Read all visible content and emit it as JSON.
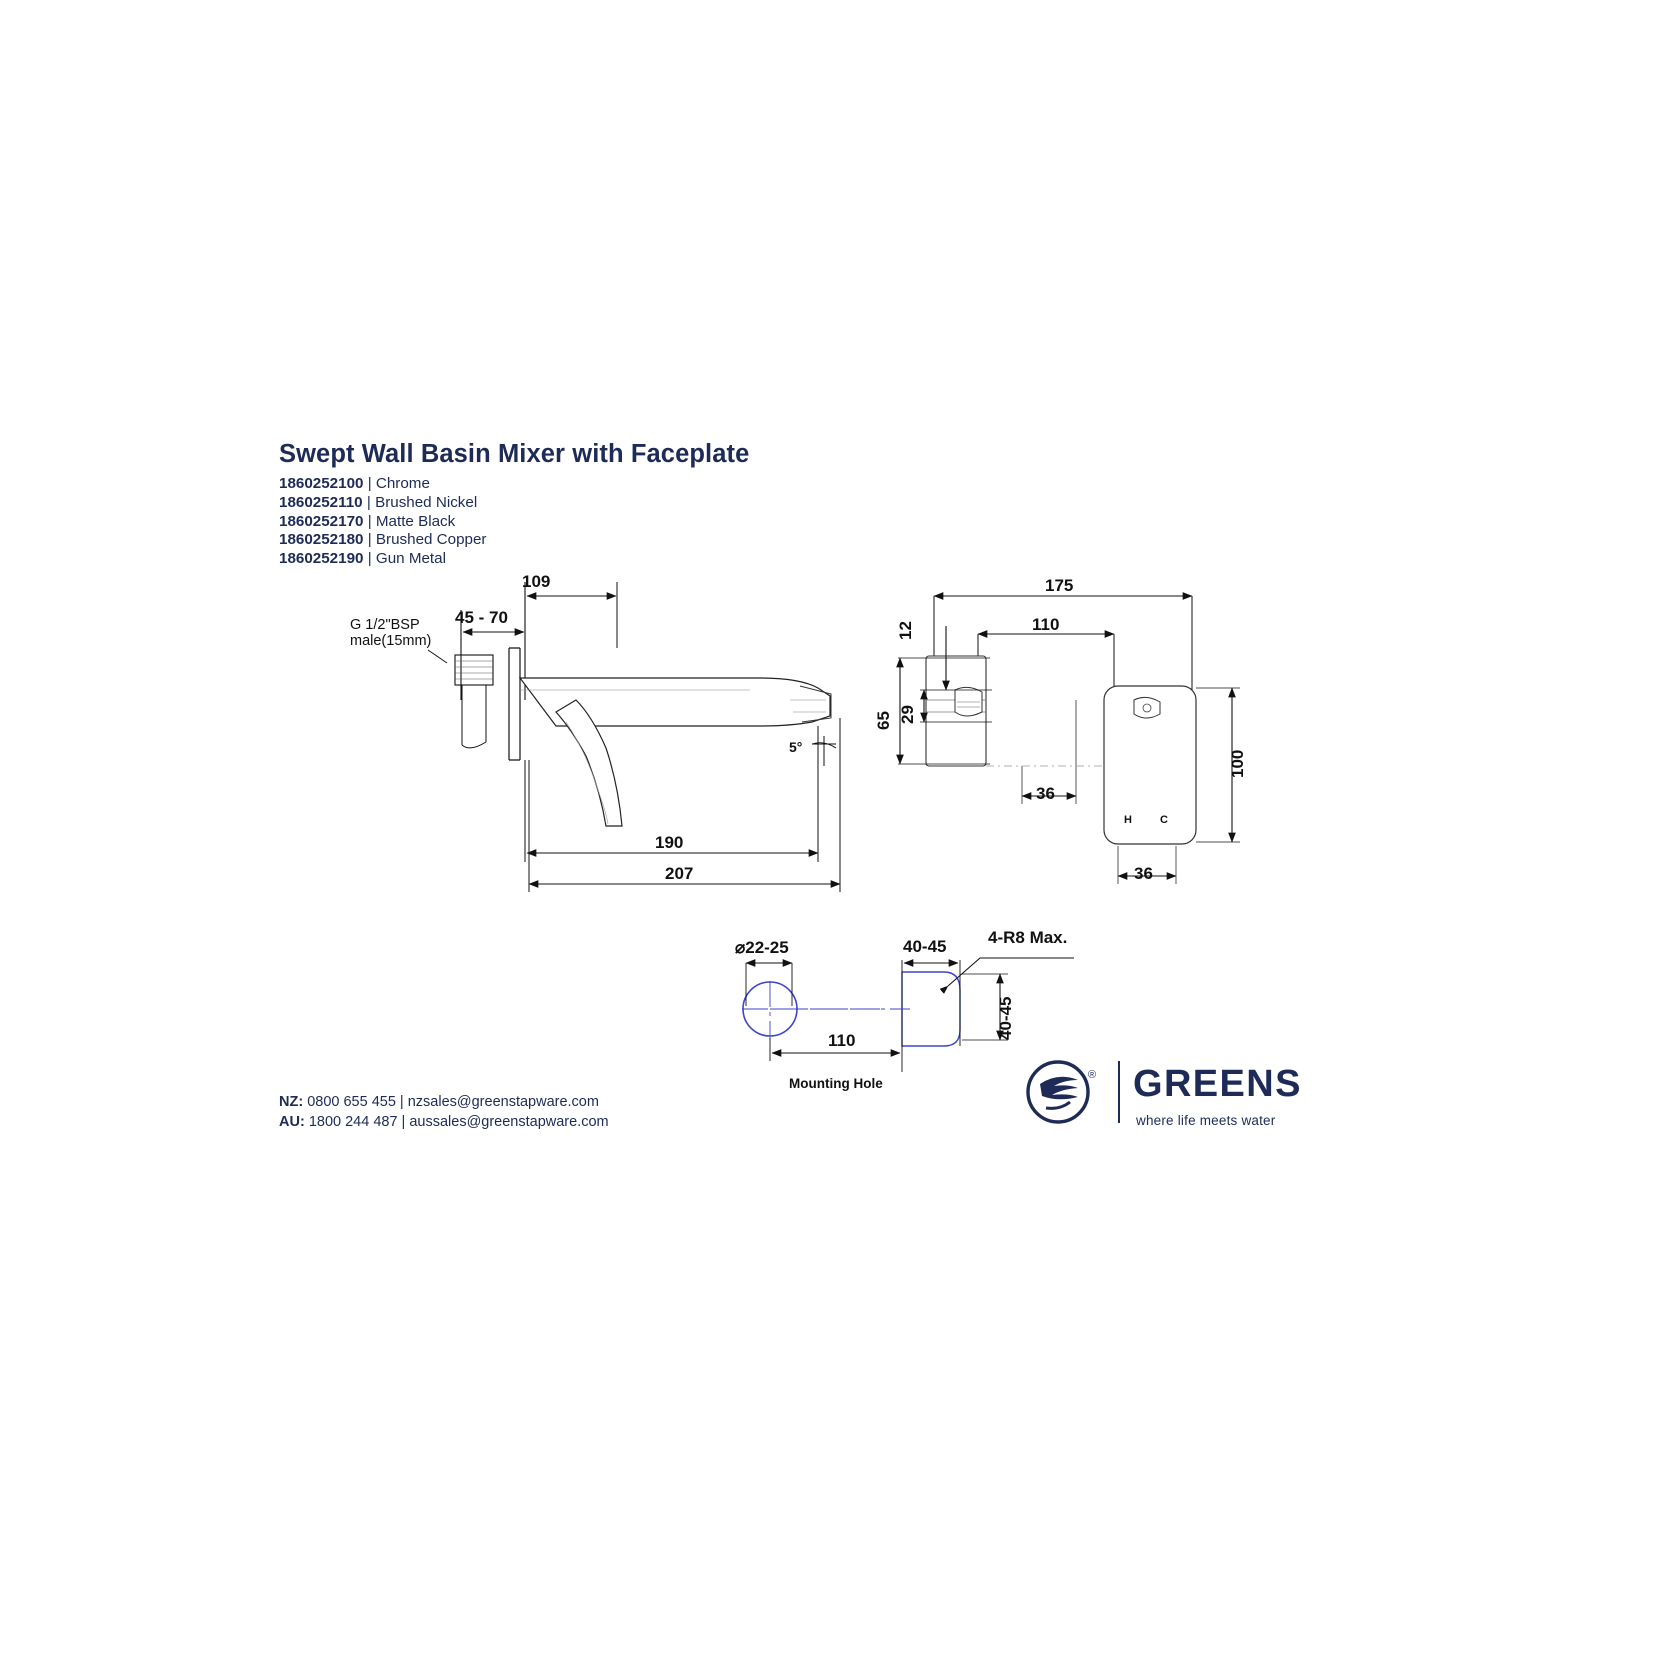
{
  "document": {
    "title": "Swept Wall Basin Mixer with Faceplate",
    "product_codes": [
      {
        "code": "1860252100",
        "separator": "|",
        "finish": "Chrome"
      },
      {
        "code": "1860252110",
        "separator": "|",
        "finish": "Brushed Nickel"
      },
      {
        "code": "1860252170",
        "separator": "|",
        "finish": "Matte Black"
      },
      {
        "code": "1860252180",
        "separator": "|",
        "finish": "Brushed Copper"
      },
      {
        "code": "1860252190",
        "separator": "|",
        "finish": "Gun Metal"
      }
    ]
  },
  "side_view": {
    "dim_109": "109",
    "dim_45_70": "45 - 70",
    "dim_190": "190",
    "dim_207": "207",
    "angle_5": "5°",
    "inlet_note_line1": "G 1/2\"BSP",
    "inlet_note_line2": "male(15mm)"
  },
  "faceplate_view": {
    "dim_175": "175",
    "dim_110": "110",
    "dim_12": "12",
    "dim_65": "65",
    "dim_29": "29",
    "dim_36_left": "36",
    "dim_36_bottom": "36",
    "dim_100": "100",
    "label_hot": "H",
    "label_cold": "C"
  },
  "mounting_hole_view": {
    "caption": "Mounting Hole",
    "dim_diameter": "⌀22-25",
    "dim_110": "110",
    "dim_40_45_top": "40-45",
    "dim_40_45_side": "40-45",
    "note_radius": "4-R8 Max."
  },
  "footer": {
    "nz_label": "NZ:",
    "nz_value": "0800 655 455  |  nzsales@greenstapware.com",
    "au_label": "AU:",
    "au_value": "1800 244 487  |  aussales@greenstapware.com"
  },
  "brand": {
    "name": "GREENS",
    "tagline": "where life meets water",
    "registered": "®"
  },
  "colors": {
    "brand_navy": "#1d2b56",
    "drawing_black": "#111111",
    "centerline_blue": "#3c46c8"
  }
}
